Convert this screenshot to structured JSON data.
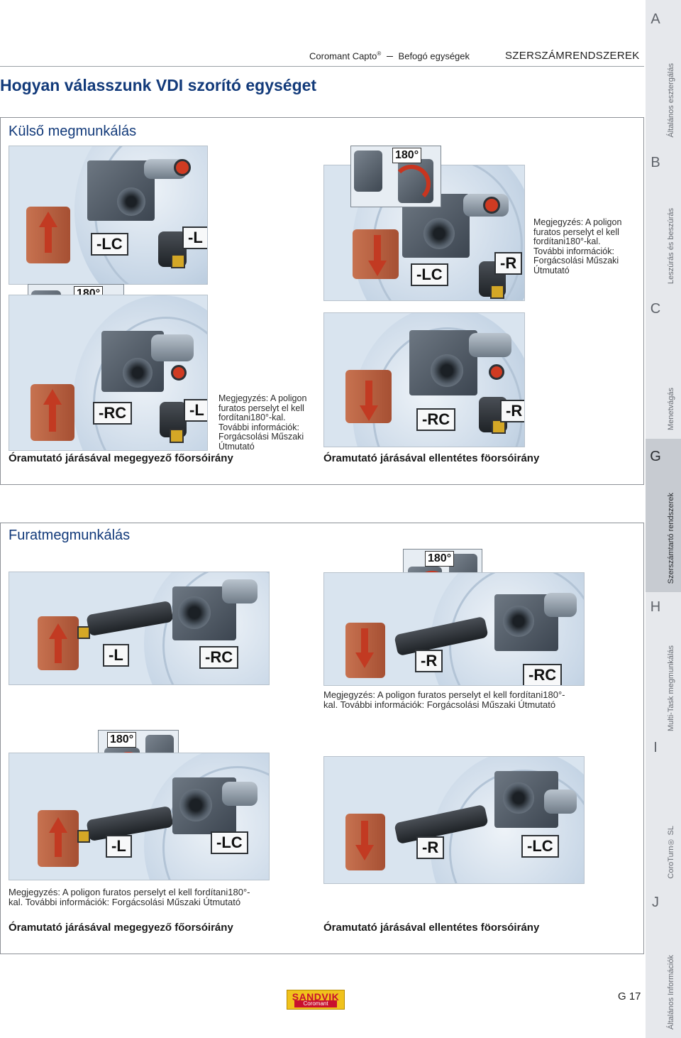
{
  "header": {
    "brand": "Coromant Capto",
    "brand_mark": "®",
    "brand_section": "Befogó egységek",
    "system": "SZERSZÁMRENDSZEREK"
  },
  "page_title": "Hogyan válasszunk VDI szorító egységet",
  "external": {
    "title": "Külső megmunkálás",
    "left_top_codes": [
      "-LC",
      "-L"
    ],
    "left_bottom_codes": [
      "-RC",
      "-L"
    ],
    "right_top_codes": [
      "-LC",
      "-R"
    ],
    "right_bottom_codes": [
      "-RC",
      "-R"
    ],
    "rotation_label": "180°",
    "note_lines": [
      "Megjegyzés: A poligon",
      "furatos perselyt el kell",
      "fordítani180°-kal.",
      "További információk:",
      "Forgácsolási Műszaki",
      "Útmutató"
    ],
    "dir_left": "Óramutató járásával megegyező főorsóirány",
    "dir_right": "Óramutató járásával ellentétes föorsóirány"
  },
  "boring": {
    "title": "Furatmegmunkálás",
    "left_top_codes": [
      "-L",
      "-RC"
    ],
    "left_bottom_codes": [
      "-L",
      "-LC"
    ],
    "right_top_codes": [
      "-R",
      "-RC"
    ],
    "right_bottom_codes": [
      "-R",
      "-LC"
    ],
    "rotation_label": "180°",
    "note_line1": "Megjegyzés: A poligon furatos perselyt el kell fordítani180°-",
    "note_line2": "kal. További információk: Forgácsolási Műszaki Útmutató",
    "dir_left": "Óramutató járásával megegyező főorsóirány",
    "dir_right": "Óramutató járásával ellentétes föorsóirány"
  },
  "side_tabs": [
    {
      "letter": "A",
      "label": "Általános esztergálás",
      "active": false
    },
    {
      "letter": "B",
      "label": "Leszúrás és beszúrás",
      "active": false
    },
    {
      "letter": "C",
      "label": "Menetvágás",
      "active": false
    },
    {
      "letter": "G",
      "label": "Szerszámtartó rendszerek",
      "active": true
    },
    {
      "letter": "H",
      "label": "Multi-Task megmunkálás",
      "active": false
    },
    {
      "letter": "I",
      "label": "CoroTurn® SL",
      "active": false
    },
    {
      "letter": "J",
      "label": "Általános Információk",
      "active": false
    }
  ],
  "footer": {
    "page_number": "G 17",
    "logo_top": "SANDVIK",
    "logo_bottom": "Coromant"
  },
  "colors": {
    "title_blue": "#123a7a",
    "rotation_red": "#c9351f",
    "logo_yellow": "#f0c21c",
    "active_tab": "#c7cbd1"
  }
}
